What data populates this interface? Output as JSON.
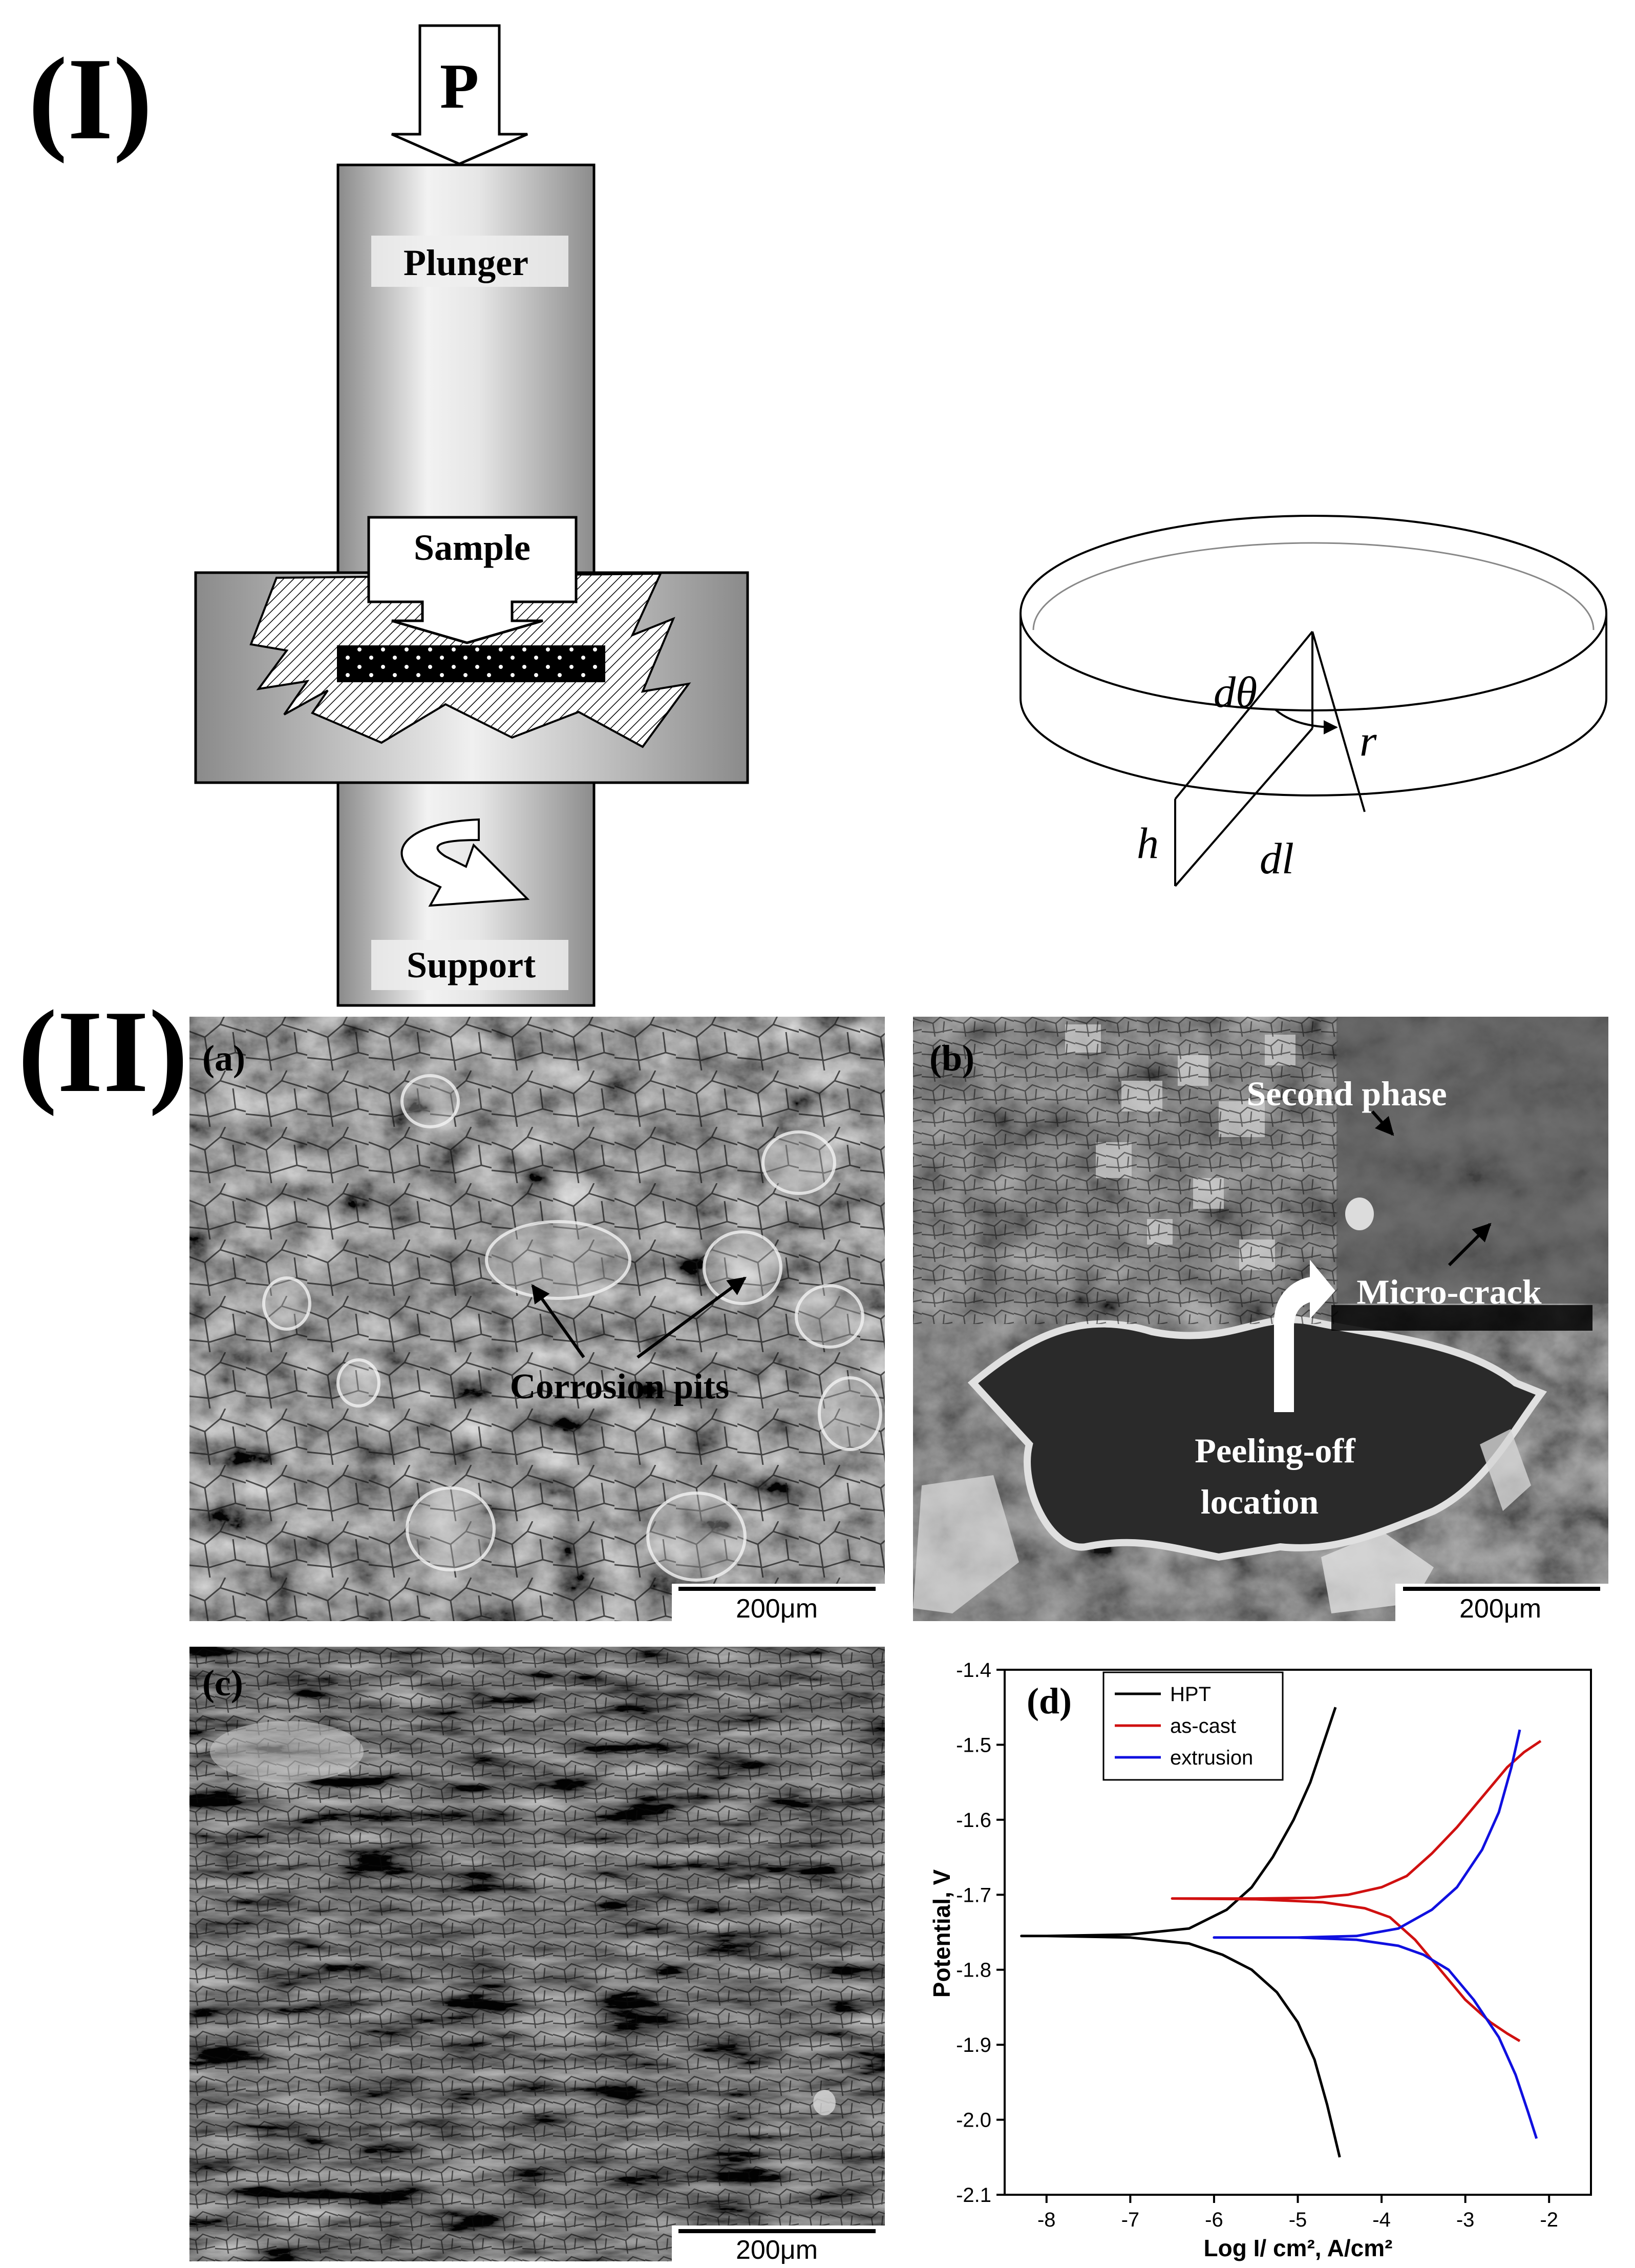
{
  "part_labels": {
    "part1": "(I)",
    "part2": "(II)"
  },
  "schematic": {
    "load_label": "P",
    "plunger_label": "Plunger",
    "sample_label": "Sample",
    "support_label": "Support"
  },
  "disk": {
    "dtheta_label": "dθ",
    "r_label": "r",
    "h_label": "h",
    "dl_label": "dl"
  },
  "panels": {
    "a": {
      "label": "(a)",
      "annotation": "Corrosion pits",
      "scale_bar": "200μm"
    },
    "b": {
      "label": "(b)",
      "annotation_second_phase": "Second phase",
      "annotation_micro_crack": "Micro-crack",
      "annotation_peeling_1": "Peeling-off",
      "annotation_peeling_2": "location",
      "scale_bar": "200μm"
    },
    "c": {
      "label": "(c)",
      "scale_bar": "200μm"
    },
    "d": {
      "label": "(d)"
    }
  },
  "chart_data": {
    "type": "line",
    "xlabel": "Log I/ cm², A/cm²",
    "ylabel": "Potential, V",
    "xlim": [
      -8.5,
      -1.5
    ],
    "ylim": [
      -2.1,
      -1.4
    ],
    "xticks": [
      -8,
      -7,
      -6,
      -5,
      -4,
      -3,
      -2
    ],
    "yticks": [
      -1.4,
      -1.5,
      -1.6,
      -1.7,
      -1.8,
      -1.9,
      -2.0,
      -2.1
    ],
    "xtick_labels": [
      "-8",
      "-7",
      "-6",
      "-5",
      "-4",
      "-3",
      "-2"
    ],
    "ytick_labels": [
      "-1.4",
      "-1.5",
      "-1.6",
      "-1.7",
      "-1.8",
      "-1.9",
      "-2.0",
      "-2.1"
    ],
    "legend_position": "top-left",
    "series": [
      {
        "name": "HPT",
        "color": "#000000",
        "x": [
          -4.55,
          -4.7,
          -4.85,
          -5.05,
          -5.3,
          -5.55,
          -5.85,
          -6.3,
          -7.0,
          -8.0,
          -8.3,
          -8.0,
          -7.0,
          -6.3,
          -5.9,
          -5.55,
          -5.25,
          -5.0,
          -4.8,
          -4.65,
          -4.5
        ],
        "y": [
          -1.45,
          -1.5,
          -1.55,
          -1.6,
          -1.65,
          -1.69,
          -1.72,
          -1.745,
          -1.753,
          -1.755,
          -1.755,
          -1.755,
          -1.757,
          -1.765,
          -1.78,
          -1.8,
          -1.83,
          -1.87,
          -1.92,
          -1.98,
          -2.05
        ]
      },
      {
        "name": "as-cast",
        "color": "#d01010",
        "x": [
          -2.1,
          -2.3,
          -2.5,
          -2.8,
          -3.1,
          -3.4,
          -3.7,
          -4.0,
          -4.4,
          -4.8,
          -5.5,
          -6.5,
          -5.5,
          -4.7,
          -4.2,
          -3.9,
          -3.6,
          -3.3,
          -3.0,
          -2.7,
          -2.5,
          -2.35
        ],
        "y": [
          -1.495,
          -1.51,
          -1.53,
          -1.57,
          -1.61,
          -1.645,
          -1.675,
          -1.69,
          -1.7,
          -1.704,
          -1.705,
          -1.705,
          -1.706,
          -1.71,
          -1.718,
          -1.73,
          -1.76,
          -1.8,
          -1.84,
          -1.87,
          -1.885,
          -1.895
        ]
      },
      {
        "name": "extrusion",
        "color": "#1010e0",
        "x": [
          -2.35,
          -2.45,
          -2.6,
          -2.8,
          -3.1,
          -3.4,
          -3.8,
          -4.3,
          -5.0,
          -6.0,
          -6.0,
          -5.0,
          -4.3,
          -3.8,
          -3.5,
          -3.2,
          -2.9,
          -2.6,
          -2.4,
          -2.25,
          -2.15
        ],
        "y": [
          -1.48,
          -1.53,
          -1.59,
          -1.64,
          -1.69,
          -1.72,
          -1.745,
          -1.755,
          -1.757,
          -1.757,
          -1.757,
          -1.757,
          -1.76,
          -1.768,
          -1.78,
          -1.8,
          -1.84,
          -1.89,
          -1.94,
          -1.99,
          -2.025
        ]
      }
    ]
  }
}
